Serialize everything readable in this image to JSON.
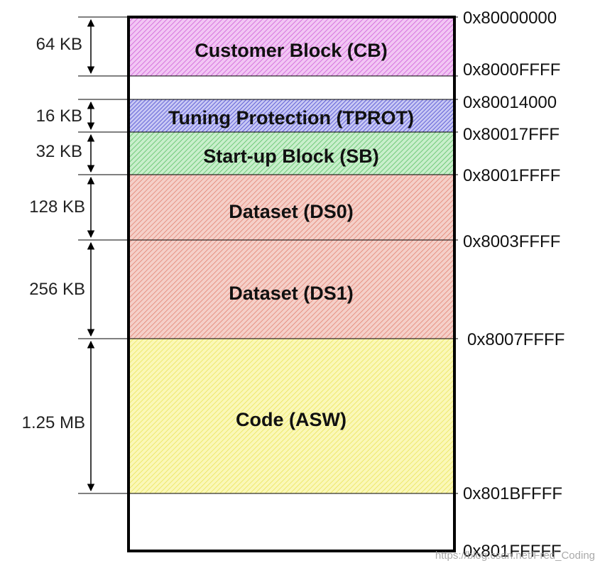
{
  "blocks": [
    {
      "label": "Customer Block (CB)",
      "color": "#e07be8"
    },
    {
      "label": "Tuning Protection (TPROT)",
      "color": "#6a6ae0"
    },
    {
      "label": "Start-up Block (SB)",
      "color": "#7ed987"
    },
    {
      "label": "Dataset (DS0)",
      "color": "#e88a7a"
    },
    {
      "label": "Dataset (DS1)",
      "color": "#e88a7a"
    },
    {
      "label": "Code (ASW)",
      "color": "#f2ef6a"
    }
  ],
  "sizes": [
    {
      "label": "64 KB"
    },
    {
      "label": "16 KB"
    },
    {
      "label": "32 KB"
    },
    {
      "label": "128 KB"
    },
    {
      "label": "256 KB"
    },
    {
      "label": "1.25 MB"
    }
  ],
  "addresses": [
    {
      "label": "0x80000000"
    },
    {
      "label": "0x8000FFFF"
    },
    {
      "label": "0x80014000"
    },
    {
      "label": "0x80017FFF"
    },
    {
      "label": "0x8001FFFF"
    },
    {
      "label": "0x8003FFFF"
    },
    {
      "label": "0x8007FFFF"
    },
    {
      "label": "0x801BFFFF"
    },
    {
      "label": "0x801FFFFF"
    }
  ],
  "watermark": "https://blog.csdn.net/Fred_Coding"
}
